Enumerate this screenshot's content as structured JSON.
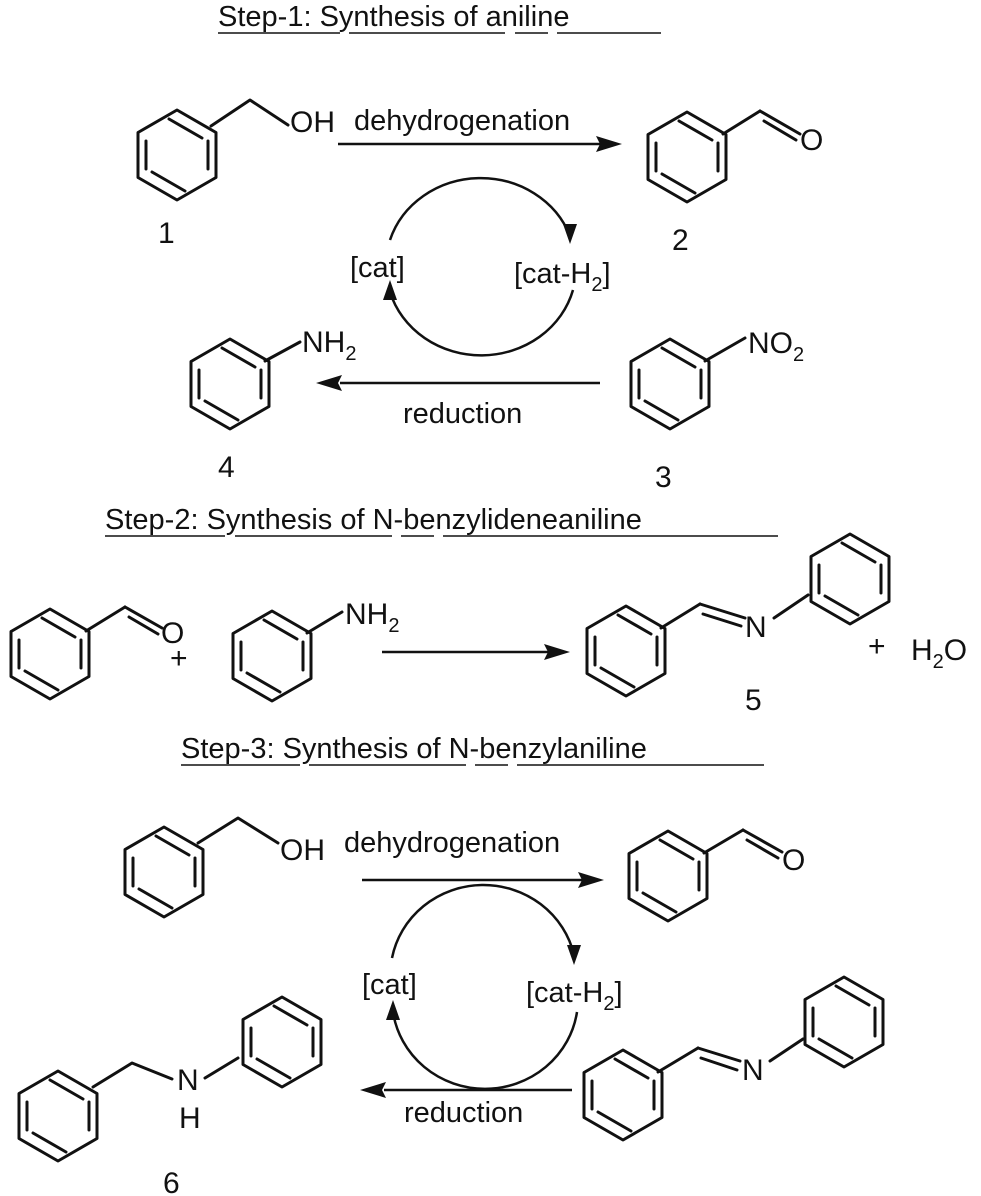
{
  "steps": [
    {
      "title": {
        "tag": "Step-1:",
        "w1": "Synthesis",
        "w2": "of",
        "w3": "aniline"
      },
      "arrow_top": "dehydrogenation",
      "arrow_bottom": "reduction",
      "cat": "[cat]",
      "cath2_a": "[cat-H",
      "cath2_sub": "2",
      "cath2_b": "]",
      "compounds": {
        "c1": "1",
        "c2": "2",
        "c3": "3",
        "c4": "4"
      }
    },
    {
      "title": {
        "tag": "Step-2:",
        "w1": "Synthesis",
        "w2": "of",
        "w3": "N-benzylideneaniline"
      },
      "plus": "+",
      "plus2": "+",
      "water_a": "H",
      "water_sub": "2",
      "water_b": "O",
      "compounds": {
        "c5": "5"
      }
    },
    {
      "title": {
        "tag": "Step-3:",
        "w1": "Synthesis",
        "w2": "of",
        "w3": "N-benzylaniline"
      },
      "arrow_top": "dehydrogenation",
      "arrow_bottom": "reduction",
      "cat": "[cat]",
      "cath2_a": "[cat-H",
      "cath2_sub": "2",
      "cath2_b": "]",
      "compounds": {
        "c6": "6"
      }
    }
  ],
  "atoms": {
    "oh": "OH",
    "o": "O",
    "n": "N",
    "h": "H",
    "nh": "NH",
    "no": "NO",
    "sub2": "2"
  }
}
